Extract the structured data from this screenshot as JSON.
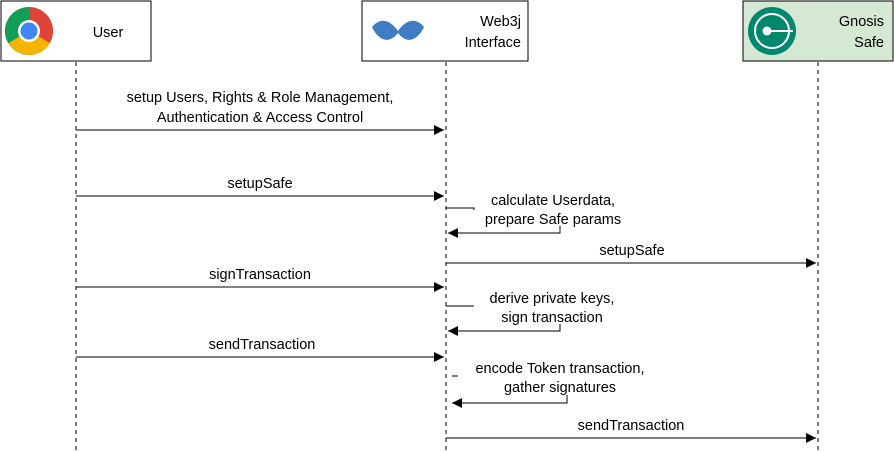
{
  "participants": {
    "user": {
      "label": "User"
    },
    "web3j": {
      "label_line1": "Web3j",
      "label_line2": "Interface"
    },
    "gnosis": {
      "label_line1": "Gnosis",
      "label_line2": "Safe"
    }
  },
  "messages": {
    "m1": {
      "line1": "setup Users, Rights & Role Management,",
      "line2": "Authentication & Access Control"
    },
    "m2": {
      "line1": "setupSafe"
    },
    "m3": {
      "line1": "calculate Userdata,",
      "line2": "prepare Safe params"
    },
    "m4": {
      "line1": "setupSafe"
    },
    "m5": {
      "line1": "signTransaction"
    },
    "m6": {
      "line1": "derive private keys,",
      "line2": "sign transaction"
    },
    "m7": {
      "line1": "sendTransaction"
    },
    "m8": {
      "line1": "encode Token transaction,",
      "line2": "gather signatures"
    },
    "m9": {
      "line1": "sendTransaction"
    }
  },
  "icons": {
    "user": "chrome-icon",
    "web3j": "web3j-logo",
    "gnosis": "gnosis-safe-icon"
  },
  "colors": {
    "gnosis_fill": "#d5e8d4",
    "gnosis_icon": "#00886e",
    "web3j_logo": "#3e7cc4"
  }
}
